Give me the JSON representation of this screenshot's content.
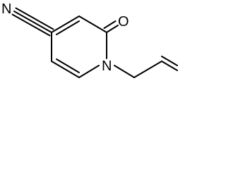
{
  "molecule": {
    "atoms": {
      "nitrile_n": "N",
      "carbonyl_o": "O",
      "ring_n": "N"
    }
  }
}
